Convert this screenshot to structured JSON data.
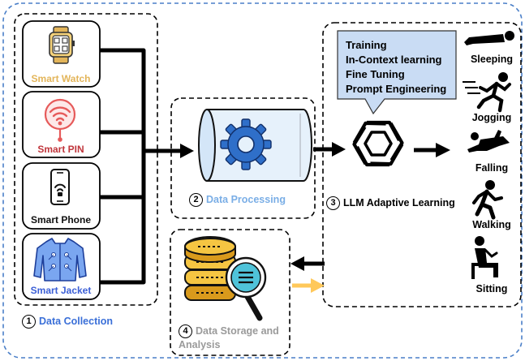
{
  "devices": {
    "watch": "Smart Watch",
    "pin": "Smart PIN",
    "phone": "Smart Phone",
    "jacket": "Smart Jacket"
  },
  "sections": {
    "collection": {
      "number": "1",
      "label": "Data Collection"
    },
    "processing": {
      "number": "2",
      "label": "Data Processing"
    },
    "learning": {
      "number": "3",
      "label": "LLM Adaptive Learning"
    },
    "storage": {
      "number": "4",
      "label_line1": "Data Storage and",
      "label_line2": "Analysis"
    }
  },
  "llm_methods": [
    "Training",
    "In-Context learning",
    "Fine Tuning",
    "Prompt Engineering"
  ],
  "activities": [
    "Sleeping",
    "Jogging",
    "Falling",
    "Walking",
    "Sitting"
  ],
  "colors": {
    "outer_border": "#4a7fc8",
    "watch_label": "#e3b55a",
    "pin_label": "#c0363c",
    "pin_accent": "#e65a5a",
    "jacket_label": "#3b5fd6",
    "jacket_fill": "#7aa6f0",
    "collection_label": "#3a6fd8",
    "processing_label": "#7aaee6",
    "storage_label": "#9a9a9a",
    "gear": "#2f6fc9",
    "cylinder_fill": "#e6f1fb",
    "tip_fill": "#c9dcf4",
    "coin_gold": "#f5c542",
    "coin_shadow": "#d99a1c",
    "magnifier": "#4fc3d9",
    "orange_arrow": "#ffc85a"
  }
}
